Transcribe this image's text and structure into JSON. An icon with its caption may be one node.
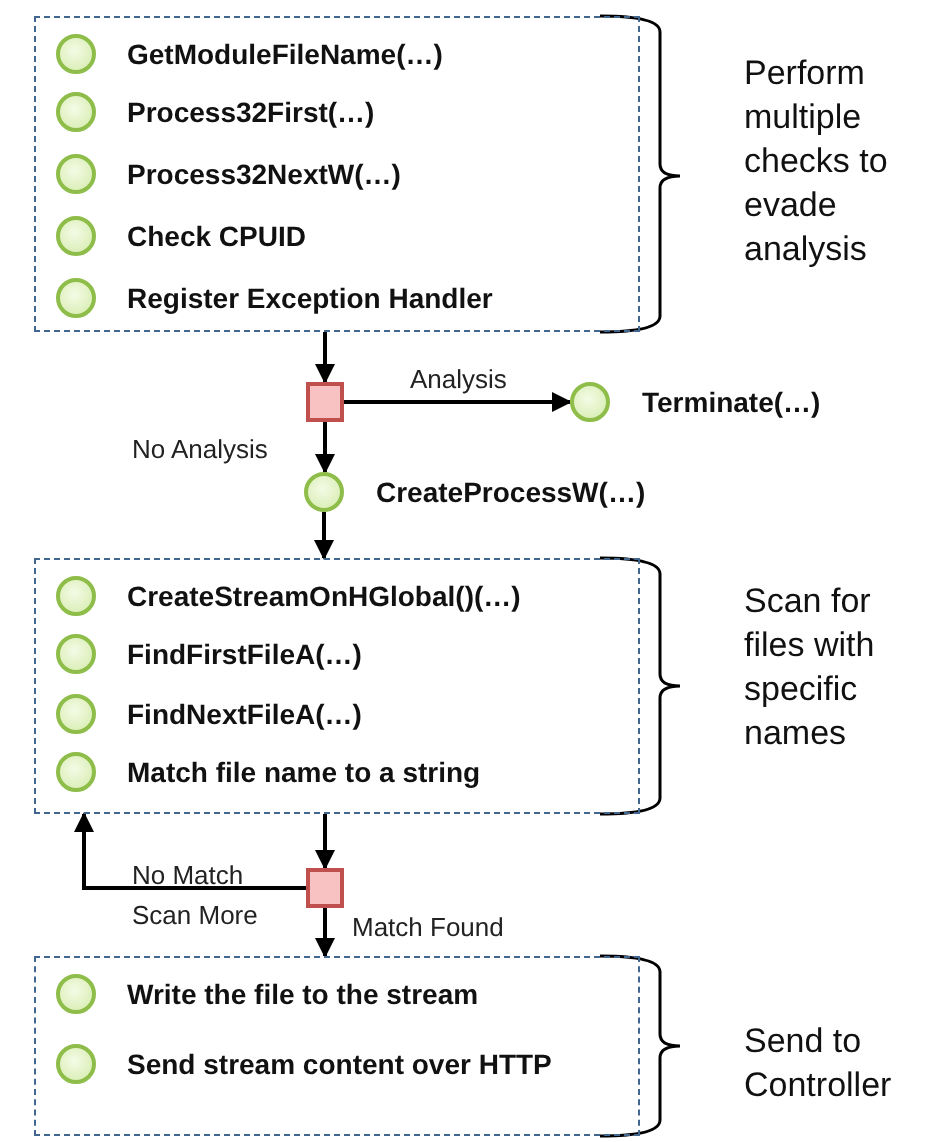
{
  "diagram": {
    "nodes": [
      {
        "text": [],
        "shape": "box",
        "beside": [
          "Perform multiple checks to evade analysis"
        ]
      },
      {
        "text": [
          "GetModuleFileName(…)"
        ],
        "in": 0
      },
      {
        "text": [
          "Process32First(…)"
        ],
        "in": 0
      },
      {
        "text": [
          "Process32NextW(…)"
        ],
        "in": 0
      },
      {
        "text": [
          "Check CPUID"
        ],
        "in": 0
      },
      {
        "text": [
          "Register Exception Handler"
        ],
        "in": 0
      },
      {
        "text": [],
        "shape": "box"
      },
      {
        "text": [
          "Terminate(…)"
        ]
      },
      {
        "text": [
          "CreateProcessW(…)"
        ]
      },
      {
        "text": [],
        "shape": "box",
        "beside": [
          "Scan for files with specific names"
        ]
      },
      {
        "text": [
          "CreateStreamOnHGlobal()(…)"
        ],
        "in": 9
      },
      {
        "text": [
          "FindFirstFileA(…)"
        ],
        "in": 9
      },
      {
        "text": [
          "FindNextFileA(…)"
        ],
        "in": 9
      },
      {
        "text": [
          "Match file name to a string"
        ],
        "in": 9
      },
      {
        "text": [],
        "shape": "box"
      },
      {
        "text": [],
        "shape": "box",
        "beside": [
          "Send to Controller"
        ]
      },
      {
        "text": [
          "Write the file to the stream"
        ],
        "in": 15
      },
      {
        "text": [
          "Send stream content over HTTP"
        ],
        "in": 15
      }
    ],
    "edges": [
      {
        "from": 0,
        "to": 6,
        "arrow": "to"
      },
      {
        "from": 6,
        "to": 7,
        "arrow": "to",
        "label": "Analysis"
      },
      {
        "from": 6,
        "to": 8,
        "arrow": "to",
        "label": "No Analysis"
      },
      {
        "from": 8,
        "to": 9,
        "arrow": "to"
      },
      {
        "from": 9,
        "to": 14,
        "arrow": "to"
      },
      {
        "from": 14,
        "to": 9,
        "arrow": "to",
        "label": "No Match Scan More"
      },
      {
        "from": 14,
        "to": 15,
        "arrow": "to",
        "label": "Match Found"
      }
    ]
  }
}
